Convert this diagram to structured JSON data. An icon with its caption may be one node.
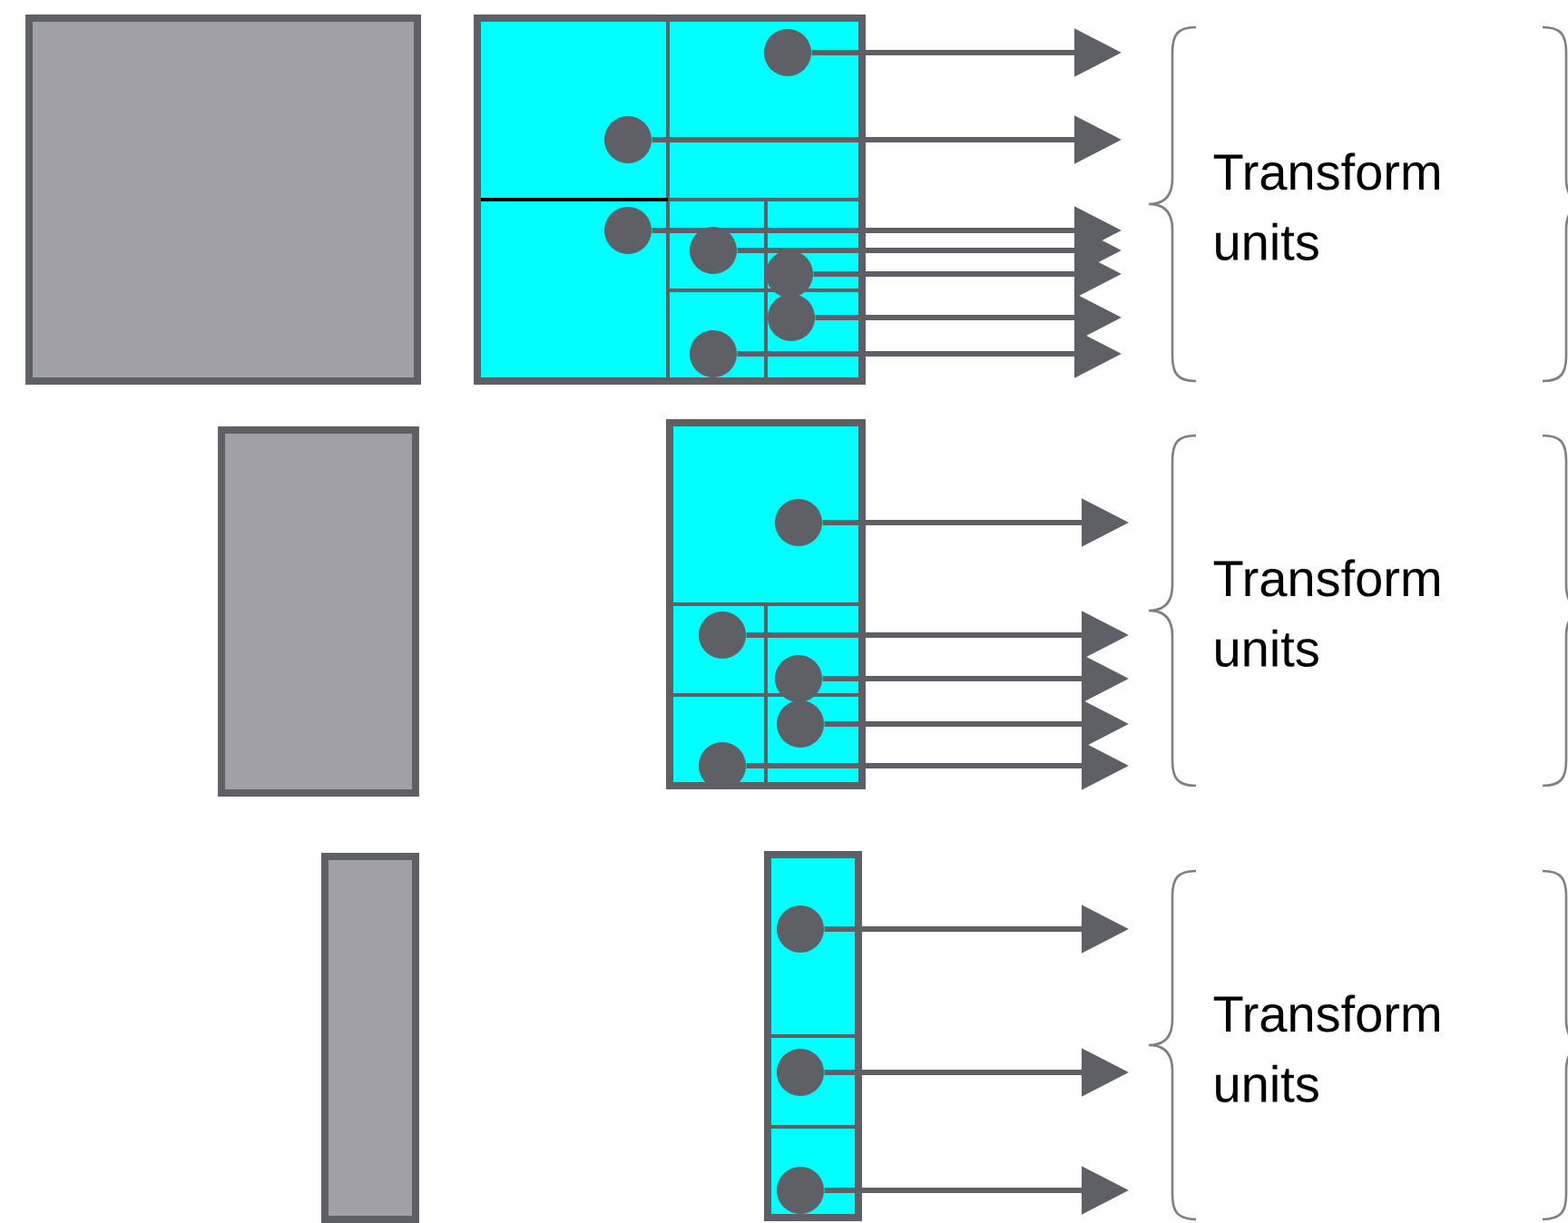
{
  "diagram": {
    "nodes": [
      {
        "text": [],
        "shape": "circle"
      },
      {
        "text": [],
        "shape": "circle"
      },
      {
        "text": [],
        "shape": "circle"
      },
      {
        "text": [],
        "shape": "circle"
      },
      {
        "text": [],
        "shape": "circle"
      },
      {
        "text": [],
        "shape": "circle"
      },
      {
        "text": [],
        "shape": "circle"
      },
      {
        "text": [
          "Transform units"
        ]
      },
      {
        "text": [],
        "shape": "circle"
      },
      {
        "text": [],
        "shape": "circle"
      },
      {
        "text": [],
        "shape": "circle"
      },
      {
        "text": [],
        "shape": "circle"
      },
      {
        "text": [],
        "shape": "circle"
      },
      {
        "text": [
          "Transform units"
        ]
      },
      {
        "text": [],
        "shape": "circle"
      },
      {
        "text": [],
        "shape": "circle"
      },
      {
        "text": [],
        "shape": "circle"
      },
      {
        "text": [
          "Transform units"
        ]
      },
      {
        "text": [],
        "shape": "box"
      },
      {
        "text": [],
        "shape": "box"
      },
      {
        "text": [],
        "shape": "box"
      }
    ],
    "edges": [
      {
        "from": 0,
        "to": 7,
        "arrow": "to"
      },
      {
        "from": 1,
        "to": 7,
        "arrow": "to"
      },
      {
        "from": 2,
        "to": 7,
        "arrow": "to"
      },
      {
        "from": 3,
        "to": 7,
        "arrow": "to"
      },
      {
        "from": 4,
        "to": 7,
        "arrow": "to"
      },
      {
        "from": 5,
        "to": 7,
        "arrow": "to"
      },
      {
        "from": 6,
        "to": 7,
        "arrow": "to"
      },
      {
        "from": 8,
        "to": 13,
        "arrow": "to"
      },
      {
        "from": 9,
        "to": 13,
        "arrow": "to"
      },
      {
        "from": 10,
        "to": 13,
        "arrow": "to"
      },
      {
        "from": 11,
        "to": 13,
        "arrow": "to"
      },
      {
        "from": 12,
        "to": 13,
        "arrow": "to"
      },
      {
        "from": 14,
        "to": 17,
        "arrow": "to"
      },
      {
        "from": 15,
        "to": 17,
        "arrow": "to"
      },
      {
        "from": 16,
        "to": 17,
        "arrow": "to"
      }
    ]
  }
}
